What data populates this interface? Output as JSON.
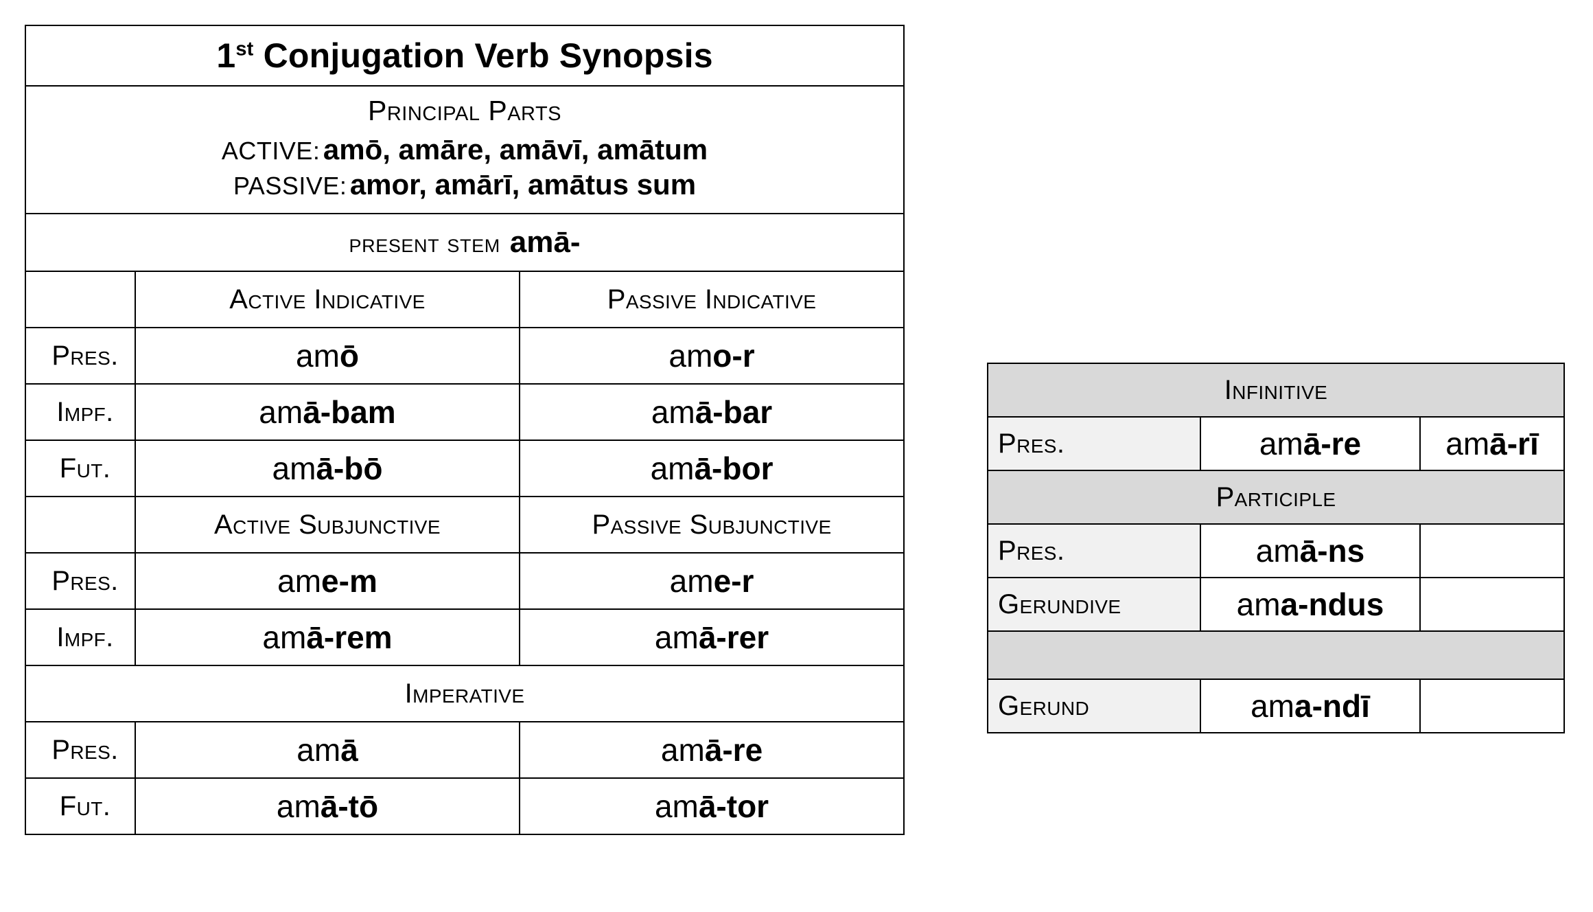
{
  "main_table": {
    "title_prefix": "1",
    "title_sup": "st",
    "title_rest": " Conjugation Verb Synopsis",
    "principal_parts": {
      "heading": "Principal Parts",
      "active_label": "ACTIVE:",
      "active_forms": "amō, amāre, amāvī, amātum",
      "passive_label": "PASSIVE:",
      "passive_forms": "amor, amārī, amātus sum"
    },
    "present_stem": {
      "label": "present stem",
      "stem": "amā-"
    },
    "indicative": {
      "corner": "",
      "active_header": "Active Indicative",
      "passive_header": "Passive Indicative",
      "rows": [
        {
          "label": "Pres.",
          "active_pre": "am",
          "active_suf": "ō",
          "passive_pre": "am",
          "passive_suf": "o-r"
        },
        {
          "label": "Impf.",
          "active_pre": "am",
          "active_suf": "ā-bam",
          "passive_pre": "am",
          "passive_suf": "ā-bar"
        },
        {
          "label": "Fut.",
          "active_pre": "am",
          "active_suf": "ā-bō",
          "passive_pre": "am",
          "passive_suf": "ā-bor"
        }
      ]
    },
    "subjunctive": {
      "corner": "",
      "active_header": "Active Subjunctive",
      "passive_header": "Passive Subjunctive",
      "rows": [
        {
          "label": "Pres.",
          "active_pre": "am",
          "active_suf": "e-m",
          "passive_pre": "am",
          "passive_suf": "e-r"
        },
        {
          "label": "Impf.",
          "active_pre": "am",
          "active_suf": "ā-rem",
          "passive_pre": "am",
          "passive_suf": "ā-rer"
        }
      ]
    },
    "imperative": {
      "header": "Imperative",
      "rows": [
        {
          "label": "Pres.",
          "active_pre": "am",
          "active_suf": "ā",
          "passive_pre": "am",
          "passive_suf": "ā-re"
        },
        {
          "label": "Fut.",
          "active_pre": "am",
          "active_suf": "ā-tō",
          "passive_pre": "am",
          "passive_suf": "ā-tor"
        }
      ]
    }
  },
  "nonfinite_table": {
    "infinitive_header": "Infinitive",
    "infinitive_row": {
      "label": "Pres.",
      "active_pre": "am",
      "active_suf": "ā-re",
      "passive_pre": "am",
      "passive_suf": "ā-rī"
    },
    "participle_header": "Participle",
    "participle_rows": [
      {
        "label": "Pres.",
        "pre": "am",
        "suf": "ā-ns",
        "third": ""
      },
      {
        "label": "Gerundive",
        "pre": "am",
        "suf": "a-ndus",
        "third": ""
      }
    ],
    "gerund_row": {
      "label": "Gerund",
      "pre": "am",
      "suf": "a-ndī",
      "third": ""
    }
  },
  "colors": {
    "header_grey": "#d9d9d9",
    "label_grey": "#f1f1f1",
    "active_indicative": "#fafa8c",
    "passive_indicative": "#fbfbd7",
    "active_subjunctive": "#8fc7f4",
    "passive_subjunctive": "#d5ebfb",
    "active_imperative": "#ddf6e7",
    "passive_imperative": "#effbf4"
  }
}
